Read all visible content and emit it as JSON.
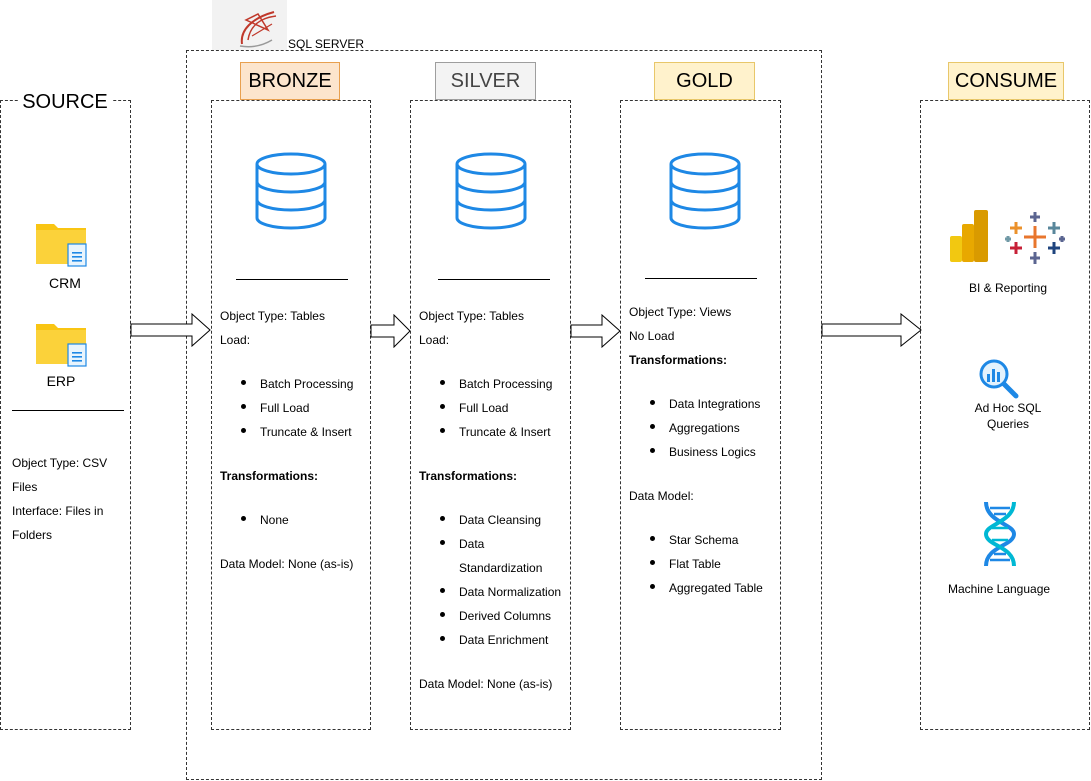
{
  "sqlserver": {
    "label": "SQL SERVER"
  },
  "source": {
    "title": "SOURCE",
    "items": [
      {
        "label": "CRM"
      },
      {
        "label": "ERP"
      }
    ],
    "info": [
      "Object Type: CSV",
      "Files",
      "Interface: Files in",
      "Folders"
    ]
  },
  "bronze": {
    "title": "BRONZE",
    "object_type": "Object Type: Tables",
    "load_label": "Load:",
    "load_items": [
      "Batch Processing",
      "Full Load",
      "Truncate & Insert"
    ],
    "transformations_label": "Transformations:",
    "transformations": [
      "None"
    ],
    "data_model": "Data Model: None (as-is)"
  },
  "silver": {
    "title": "SILVER",
    "object_type": "Object Type: Tables",
    "load_label": "Load:",
    "load_items": [
      "Batch Processing",
      "Full Load",
      "Truncate & Insert"
    ],
    "transformations_label": "Transformations:",
    "transformations": [
      "Data Cleansing",
      "Data",
      "Standardization",
      "Data Normalization",
      "Derived Columns",
      "Data Enrichment"
    ],
    "data_model": "Data Model: None (as-is)"
  },
  "gold": {
    "title": "GOLD",
    "object_type": "Object Type: Views",
    "load_label": "No Load",
    "transformations_label": "Transformations:",
    "transformations": [
      "Data Integrations",
      "Aggregations",
      "Business Logics"
    ],
    "data_model_label": "Data Model:",
    "data_model_items": [
      "Star Schema",
      "Flat Table",
      "Aggregated Table"
    ]
  },
  "consume": {
    "title": "CONSUME",
    "bi": "BI & Reporting",
    "adhoc_line1": "Ad Hoc SQL",
    "adhoc_line2": "Queries",
    "ml": "Machine Language"
  },
  "colors": {
    "bronze_fill": "#fce5cd",
    "bronze_border": "#e8a04f",
    "silver_fill": "#f3f3f3",
    "silver_border": "#9e9e9e",
    "gold_fill": "#fff2cc",
    "gold_border": "#e8c76a",
    "consume_fill": "#fff2cc",
    "consume_border": "#e8c76a",
    "db_blue": "#1e88e5",
    "folder": "#f9c513"
  }
}
